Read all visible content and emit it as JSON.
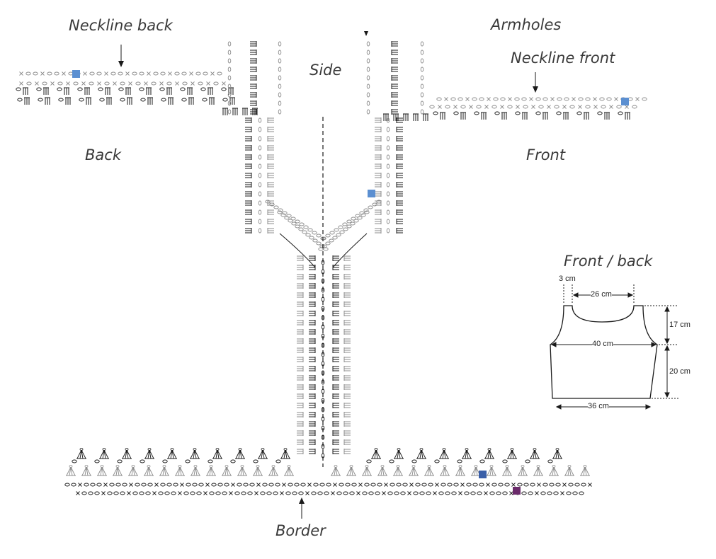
{
  "labels": {
    "neckline_back": "Neckline back",
    "armholes": "Armholes",
    "neckline_front": "Neckline front",
    "side": "Side",
    "back": "Back",
    "front": "Front",
    "border": "Border"
  },
  "schematic": {
    "title": "Front / back",
    "shoulder": "3 cm",
    "neck_width": "26 cm",
    "armhole_depth": "17 cm",
    "chest_width": "40 cm",
    "body_length": "20 cm",
    "hem_width": "36 cm"
  },
  "colors": {
    "ink": "#1a1a1a",
    "grey_ink": "#8c8c8c",
    "marker_light_blue": "#5b8fd1",
    "marker_dark_blue": "#3a5fa8",
    "marker_purple": "#6b2b6b"
  },
  "icons": {
    "arrow": "down-arrow-icon",
    "stitch_symbols": "crochet-stitch-icons"
  }
}
